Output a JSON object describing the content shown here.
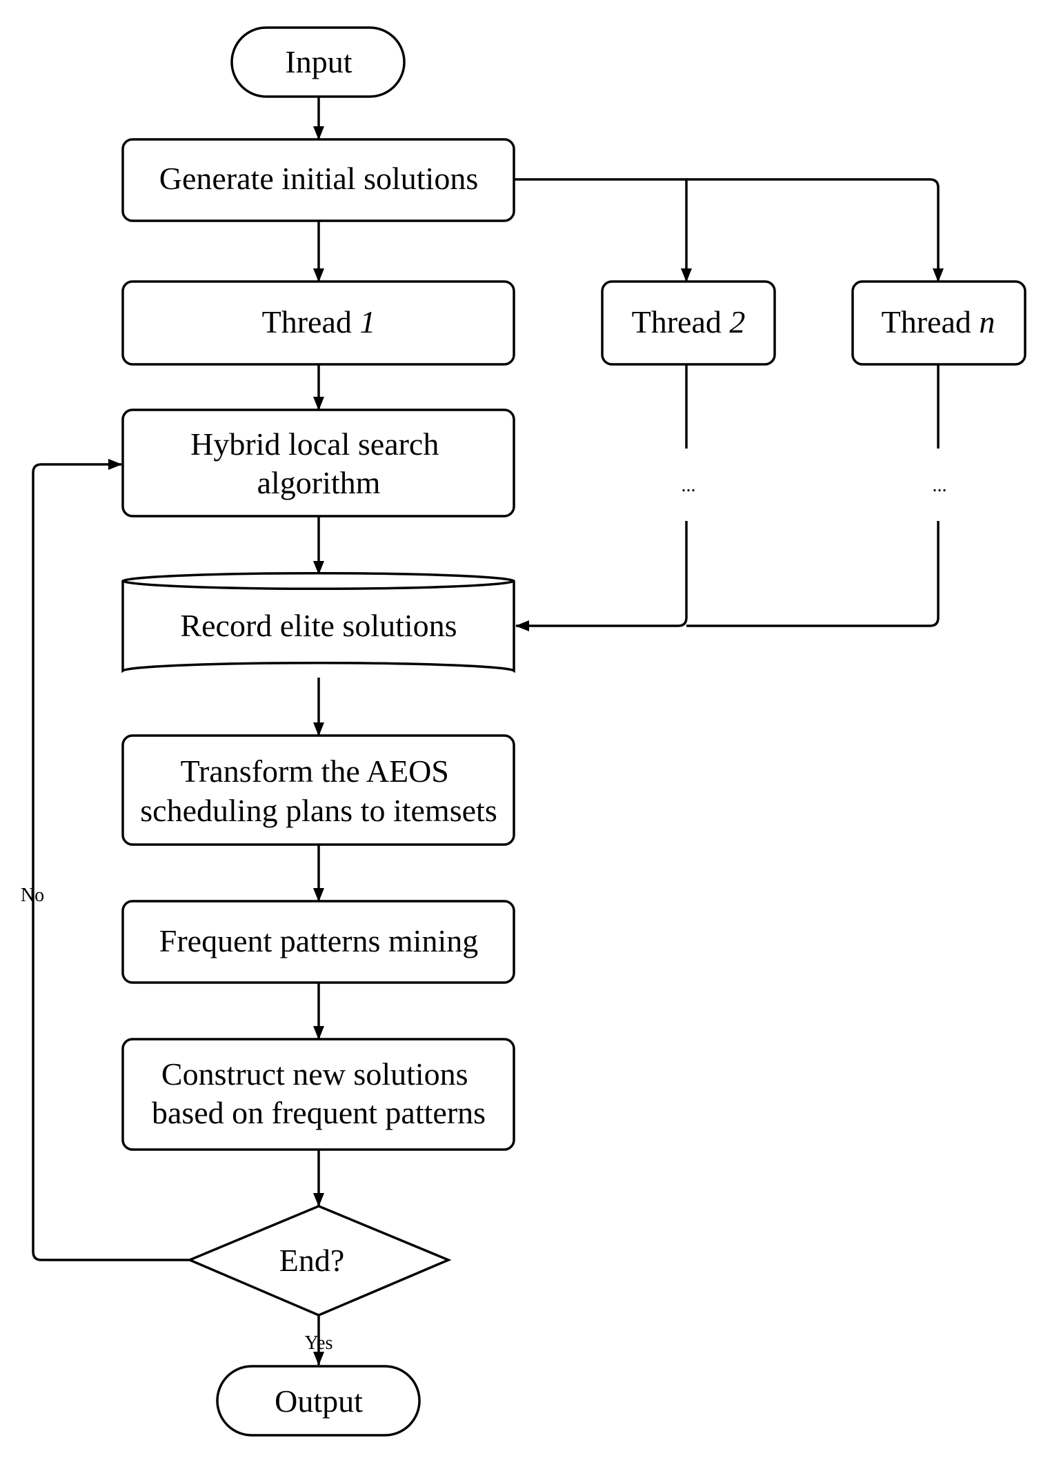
{
  "nodes": {
    "input": "Input",
    "generate": "Generate initial solutions",
    "thread1": {
      "text": "Thread ",
      "num": "1"
    },
    "thread2": {
      "text": "Thread ",
      "num": "2"
    },
    "threadn": {
      "text": "Thread ",
      "num": "n"
    },
    "hybrid": [
      "Hybrid local search",
      "algorithm"
    ],
    "dots2": "...",
    "dotsn": "...",
    "record": "Record elite solutions",
    "transform": [
      "Transform the AEOS",
      "scheduling plans to itemsets"
    ],
    "frequent": "Frequent patterns mining",
    "construct": [
      "Construct new solutions",
      "based on frequent patterns"
    ],
    "end": "End?",
    "output": "Output"
  },
  "edges": {
    "no": "No",
    "yes": "Yes"
  }
}
